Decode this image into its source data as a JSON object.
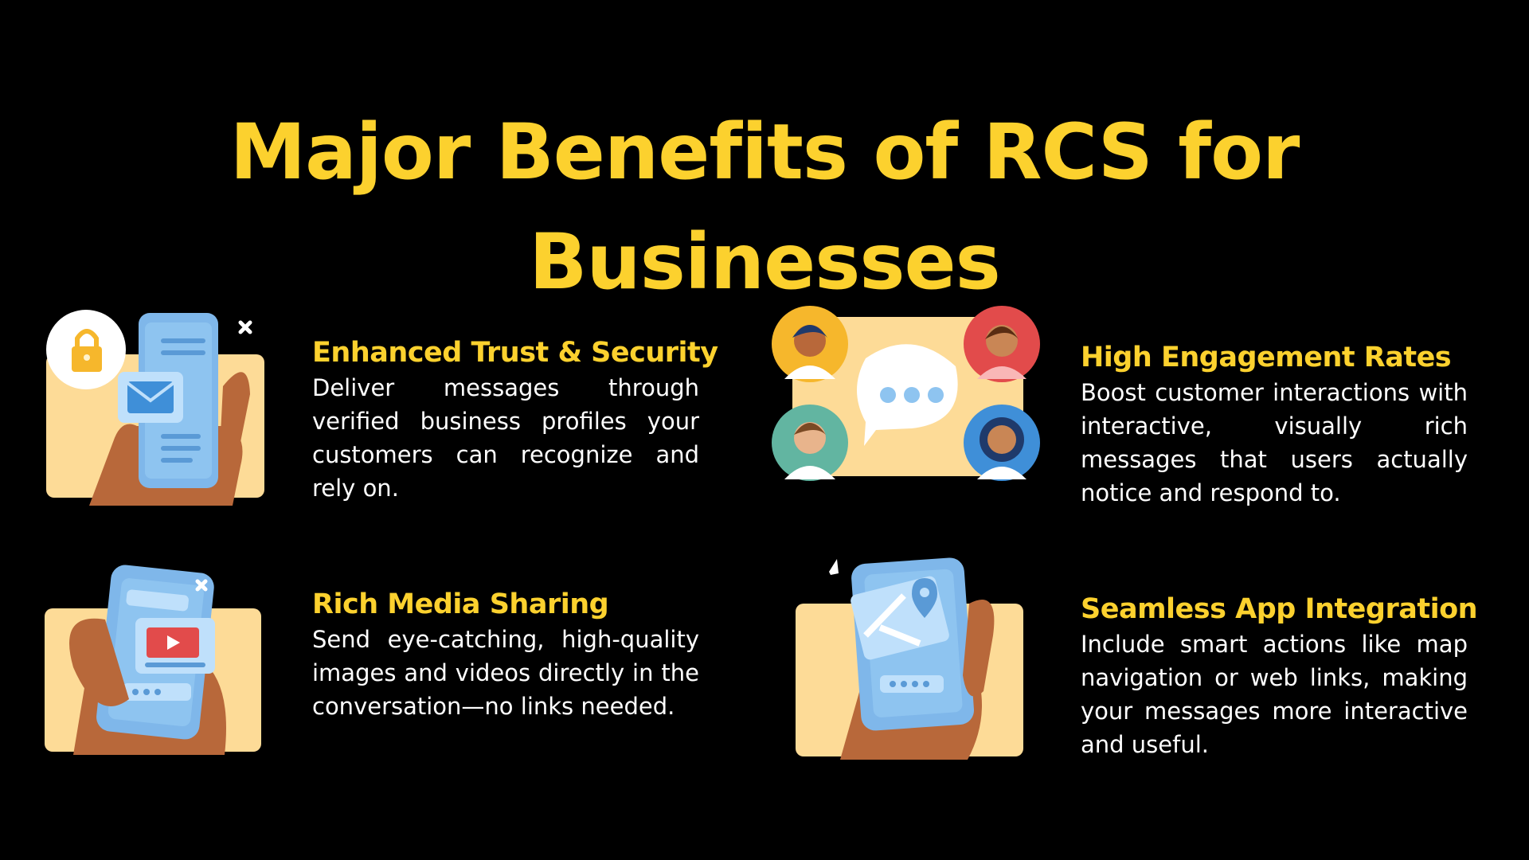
{
  "title": {
    "line1": "Major Benefits of RCS for",
    "line2": "Businesses"
  },
  "features": [
    {
      "heading": "Enhanced Trust & Security",
      "body": "Deliver messages through verified business profiles your customers can recognize and rely on.",
      "illustration_icon": "phone-lock-message-icon"
    },
    {
      "heading": "High Engagement Rates",
      "body": "Boost customer interactions with interactive, visually rich messages that users actually notice and respond to.",
      "illustration_icon": "group-chat-people-icon"
    },
    {
      "heading": "Rich Media Sharing",
      "body": "Send eye-catching, high-quality images and videos directly in the conversation—no links needed.",
      "illustration_icon": "phone-video-media-icon"
    },
    {
      "heading": "Seamless App Integration",
      "body": "Include smart actions like map navigation or web links, making your messages more interactive and useful.",
      "illustration_icon": "phone-map-integration-icon"
    }
  ],
  "colors": {
    "background": "#000000",
    "accent": "#fcd12e",
    "text": "#ffffff",
    "card_bg": "#fddb97",
    "phone": "#7fb7ea",
    "hand": "#b8683a"
  }
}
